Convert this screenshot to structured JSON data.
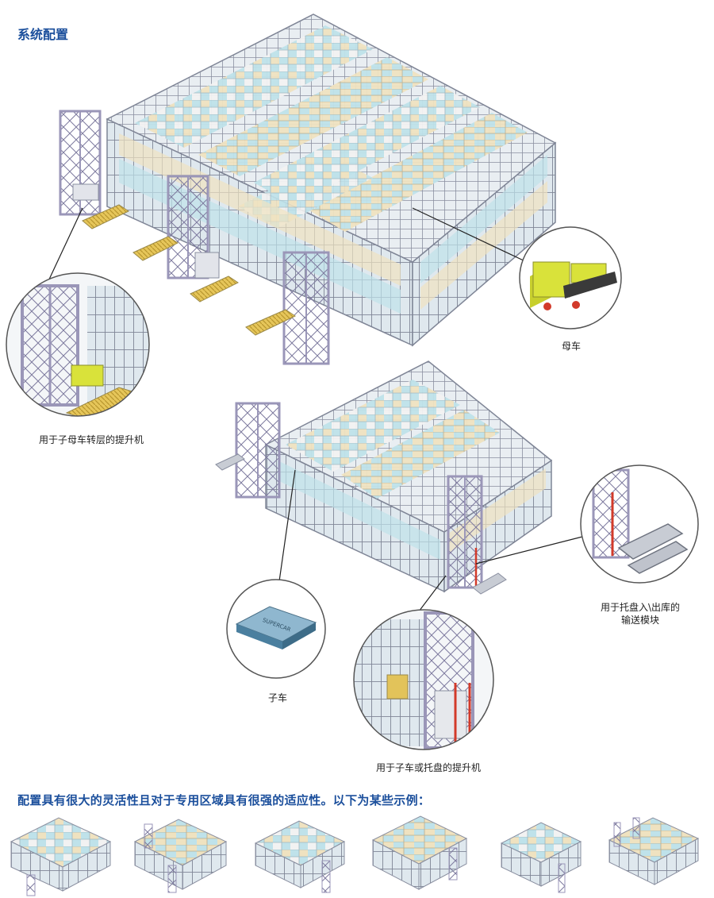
{
  "section_title": "系统配置",
  "captions": {
    "parent_cart": "母车",
    "lift_layer": "用于子母车转层的提升机",
    "conveyor_line1": "用于托盘入\\出库的",
    "conveyor_line2": "输送模块",
    "child_cart": "子车",
    "lift_pallet": "用于子车或托盘的提升机"
  },
  "cart_label": "SUPERCAR",
  "bottom_heading": "配置具有很大的灵活性且对于专用区域具有很强的适应性。以下为某些示例：",
  "colors": {
    "heading": "#1b4f9c",
    "rack_frame": "#8a8fa0",
    "box_blue": "#bfe2ea",
    "box_beige": "#efe2c0",
    "box_white": "#f2f2f2",
    "lift_frame": "#9a96b8",
    "conveyor": "#e2c35a",
    "parent_cart": "#d9e23a",
    "child_cart": "#5a8fb0",
    "lift_red": "#d23a2a"
  }
}
